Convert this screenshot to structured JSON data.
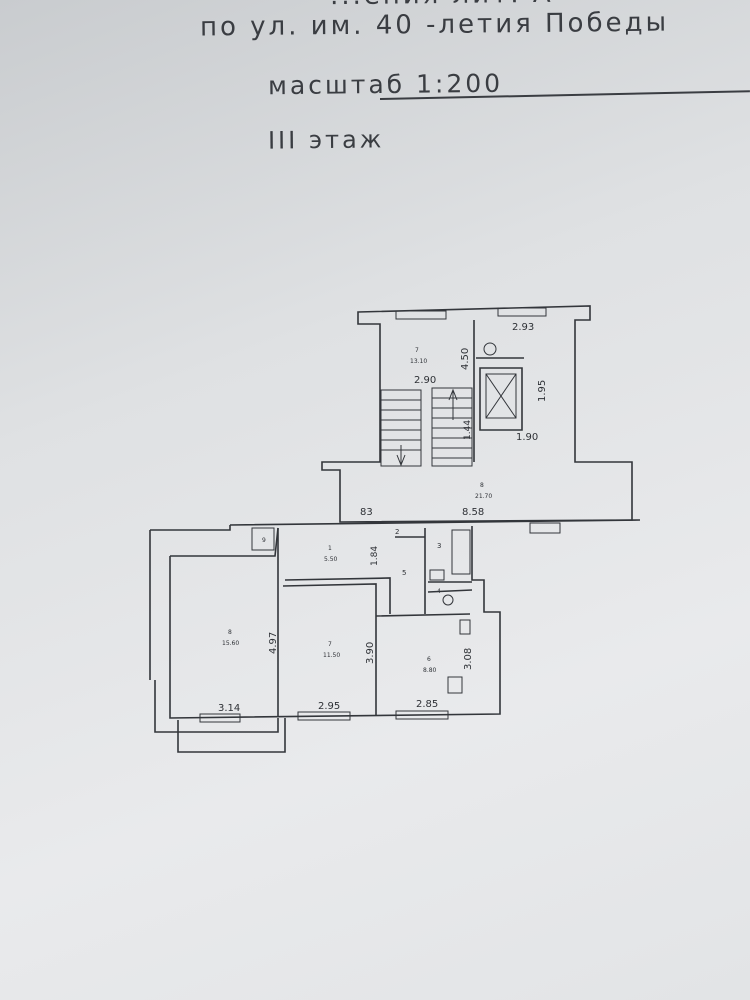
{
  "header": {
    "line0": "...ения лит. А",
    "address": "по ул. им. 40 -летия Победы",
    "scale": "масштаб 1:200",
    "floor": "III этаж"
  },
  "plan": {
    "stair": {
      "num": "7",
      "area": "13.10",
      "width": "2.90",
      "length": "4.50",
      "flight": "1.44"
    },
    "lift": {
      "width": "2.93",
      "shaft_w": "1.90",
      "shaft_h": "1.95"
    },
    "corridor": {
      "num": "8",
      "area": "21.70",
      "length": "8.58",
      "offset": "83"
    },
    "rooms": [
      {
        "num": "1",
        "area": "5.50",
        "dim": "1.84"
      },
      {
        "num": "2"
      },
      {
        "num": "3"
      },
      {
        "num": "4"
      },
      {
        "num": "5"
      },
      {
        "num": "6",
        "area": "8.80",
        "w": "2.85",
        "h": "3.08"
      },
      {
        "num": "7",
        "area": "11.50",
        "w": "2.95",
        "h": "3.90"
      },
      {
        "num": "8",
        "area": "15.60",
        "w": "3.14",
        "h": "4.97"
      },
      {
        "num": "9"
      }
    ]
  }
}
